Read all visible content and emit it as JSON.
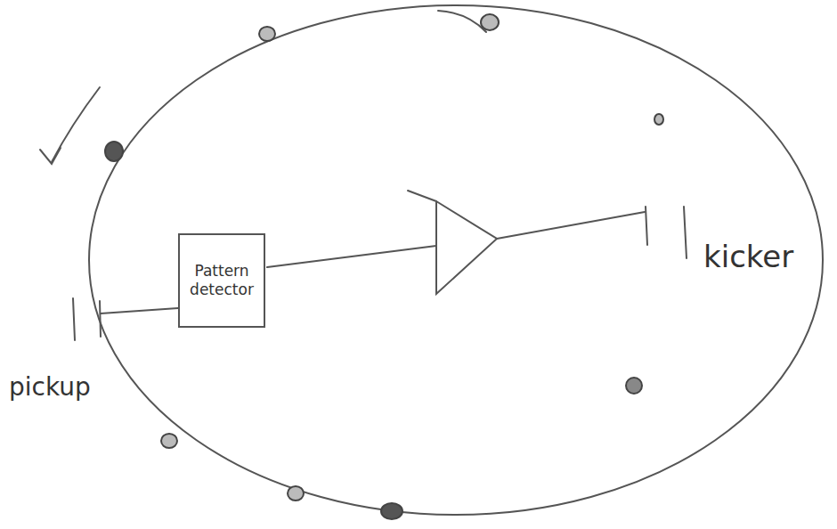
{
  "diagram": {
    "nodes": [
      {
        "text": [
          "Pattern detector"
        ]
      }
    ],
    "labels": [
      "pickup",
      "kicker"
    ]
  }
}
